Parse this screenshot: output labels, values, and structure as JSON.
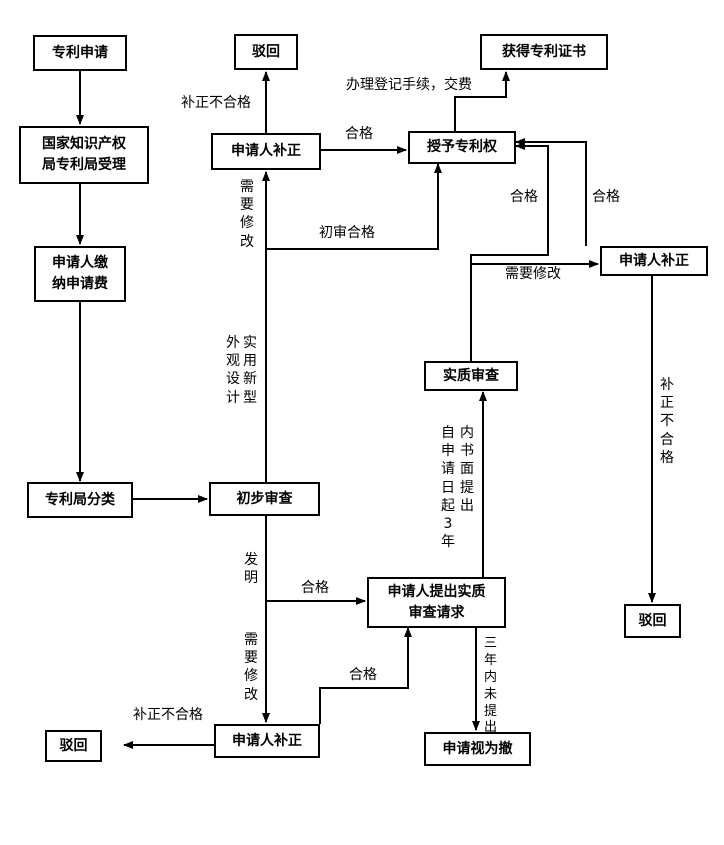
{
  "nodes": {
    "patent_application": "专利申请",
    "sipo_acceptance": "国家知识产权\n局专利局受理",
    "pay_fee": "申请人缴\n纳申请费",
    "classification": "专利局分类",
    "preliminary_exam": "初步审查",
    "reject_top": "驳回",
    "correction_top": "申请人补正",
    "grant": "授予专利权",
    "certificate": "获得专利证书",
    "correction_right": "申请人补正",
    "substantive_exam": "实质审查",
    "request_substantive": "申请人提出实质\n审查请求",
    "reject_right": "驳回",
    "correction_bottom": "申请人补正",
    "reject_bottom": "驳回",
    "deemed_withdrawn": "申请视为撤"
  },
  "edge_labels": {
    "correction_fail_top": "补正不合格",
    "qualified_top": "合格",
    "register_fee": "办理登记手续，交费",
    "needs_revision_top": "需要修改",
    "prelim_qualified": "初审合格",
    "qualified_mid": "合格",
    "qualified_right": "合格",
    "needs_revision_right": "需要修改",
    "design_types_col1": "外观设计",
    "design_types_col2": "实用新型",
    "within3_col1": "自申请日起3年",
    "within3_col2": "内书面提出",
    "correction_fail_right": "补正不合格",
    "invention": "发明",
    "qualified_req": "合格",
    "needs_revision_bottom": "需要修改",
    "qualified_bottom": "合格",
    "not_filed_3y": "三年内未提出",
    "correction_fail_bottom": "补正不合格"
  }
}
